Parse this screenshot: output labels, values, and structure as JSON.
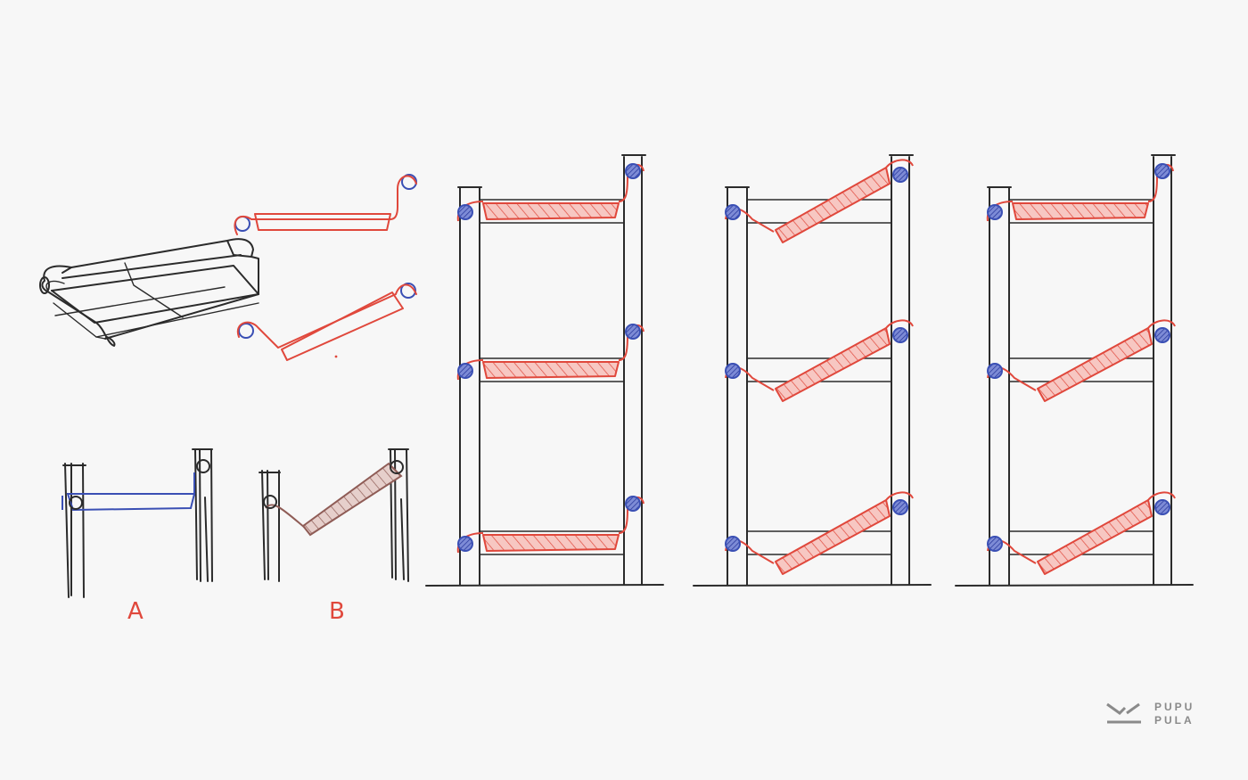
{
  "labels": {
    "a": "A",
    "b": "B"
  },
  "logo": {
    "line1": "PUPU",
    "line2": "PULA"
  },
  "colors": {
    "background": "#f7f7f7",
    "ink": "#2b2b2b",
    "shelf_red": "#e0483c",
    "pin_blue": "#3a4fb4",
    "logo_gray": "#8a8a8a"
  },
  "diagrams": [
    {
      "id": "shelf-perspective"
    },
    {
      "id": "profile-flat"
    },
    {
      "id": "profile-tilted"
    },
    {
      "id": "mount-a-flat"
    },
    {
      "id": "mount-b-tilted"
    },
    {
      "id": "rack-all-flat"
    },
    {
      "id": "rack-all-tilted"
    },
    {
      "id": "rack-mixed"
    }
  ]
}
